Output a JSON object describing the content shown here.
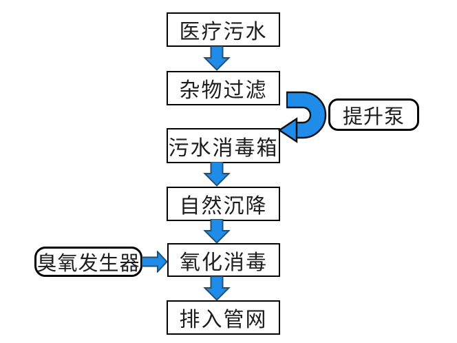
{
  "diagram": {
    "type": "flowchart",
    "background": "#ffffff",
    "nodes": [
      {
        "label": "医疗污水",
        "shape": "rect"
      },
      {
        "label": "杂物过滤",
        "shape": "rect"
      },
      {
        "label": "污水消毒箱",
        "shape": "rect"
      },
      {
        "label": "自然沉降",
        "shape": "rect"
      },
      {
        "label": "氧化消毒",
        "shape": "rect"
      },
      {
        "label": "排入管网",
        "shape": "rect"
      }
    ],
    "callouts": [
      {
        "label": "提升泵",
        "shape": "rounded-rect",
        "position": "right of flow, beside u-turn arrow"
      },
      {
        "label": "臭氧发生器",
        "shape": "rounded-rect",
        "position": "left of 氧化消毒"
      }
    ],
    "edges": [
      {
        "from": "医疗污水",
        "to": "杂物过滤",
        "style": "block-arrow-down"
      },
      {
        "from": "杂物过滤",
        "to": "污水消毒箱",
        "style": "u-turn-right-arrow",
        "via": "提升泵"
      },
      {
        "from": "污水消毒箱",
        "to": "自然沉降",
        "style": "block-arrow-down"
      },
      {
        "from": "自然沉降",
        "to": "氧化消毒",
        "style": "block-arrow-down"
      },
      {
        "from": "臭氧发生器",
        "to": "氧化消毒",
        "style": "block-arrow-right"
      },
      {
        "from": "氧化消毒",
        "to": "排入管网",
        "style": "block-arrow-down"
      }
    ],
    "colors": {
      "arrow_fill": "#1E8CE8",
      "arrow_edge": "#24506E",
      "uturn_edge": "#111111",
      "box_border": "#000000",
      "text": "#1C1C1C"
    }
  }
}
